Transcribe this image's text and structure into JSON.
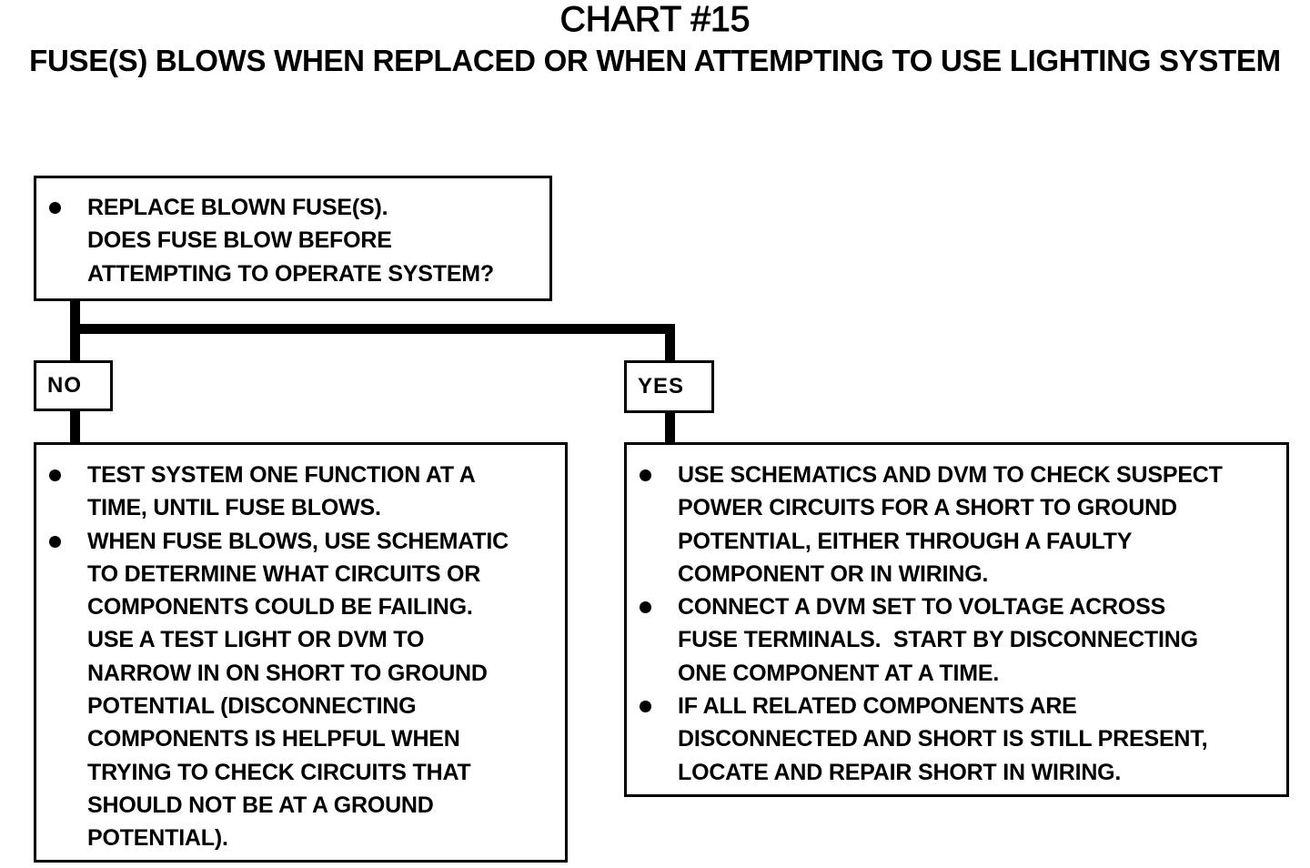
{
  "header": {
    "title": "CHART #15",
    "subtitle": "FUSE(S) BLOWS WHEN REPLACED OR WHEN ATTEMPTING TO USE LIGHTING SYSTEM"
  },
  "start_box": {
    "lines": [
      "REPLACE BLOWN FUSE(S).",
      "DOES FUSE BLOW BEFORE",
      "ATTEMPTING TO OPERATE SYSTEM?"
    ]
  },
  "branches": {
    "no_label": "NO",
    "yes_label": "YES"
  },
  "no_box": {
    "items": [
      {
        "lines": [
          "TEST SYSTEM ONE FUNCTION AT A",
          "TIME, UNTIL FUSE BLOWS."
        ]
      },
      {
        "lines": [
          "WHEN FUSE BLOWS, USE SCHEMATIC",
          "TO DETERMINE WHAT CIRCUITS OR",
          "COMPONENTS COULD BE FAILING.",
          "USE A TEST LIGHT OR DVM TO",
          "NARROW IN ON SHORT TO GROUND",
          "POTENTIAL (DISCONNECTING",
          "COMPONENTS IS HELPFUL WHEN",
          "TRYING TO CHECK CIRCUITS THAT",
          "SHOULD NOT BE AT A GROUND",
          "POTENTIAL)."
        ]
      }
    ]
  },
  "yes_box": {
    "items": [
      {
        "lines": [
          "USE SCHEMATICS AND DVM TO CHECK SUSPECT",
          "POWER CIRCUITS FOR A SHORT TO GROUND",
          "POTENTIAL, EITHER THROUGH A FAULTY",
          "COMPONENT OR IN WIRING."
        ]
      },
      {
        "lines": [
          "CONNECT A DVM SET TO VOLTAGE ACROSS",
          "FUSE TERMINALS.  START BY DISCONNECTING",
          "ONE COMPONENT AT A TIME."
        ]
      },
      {
        "lines": [
          "IF ALL RELATED COMPONENTS ARE",
          "DISCONNECTED AND SHORT IS STILL PRESENT,",
          "LOCATE AND REPAIR SHORT IN WIRING."
        ]
      }
    ]
  }
}
